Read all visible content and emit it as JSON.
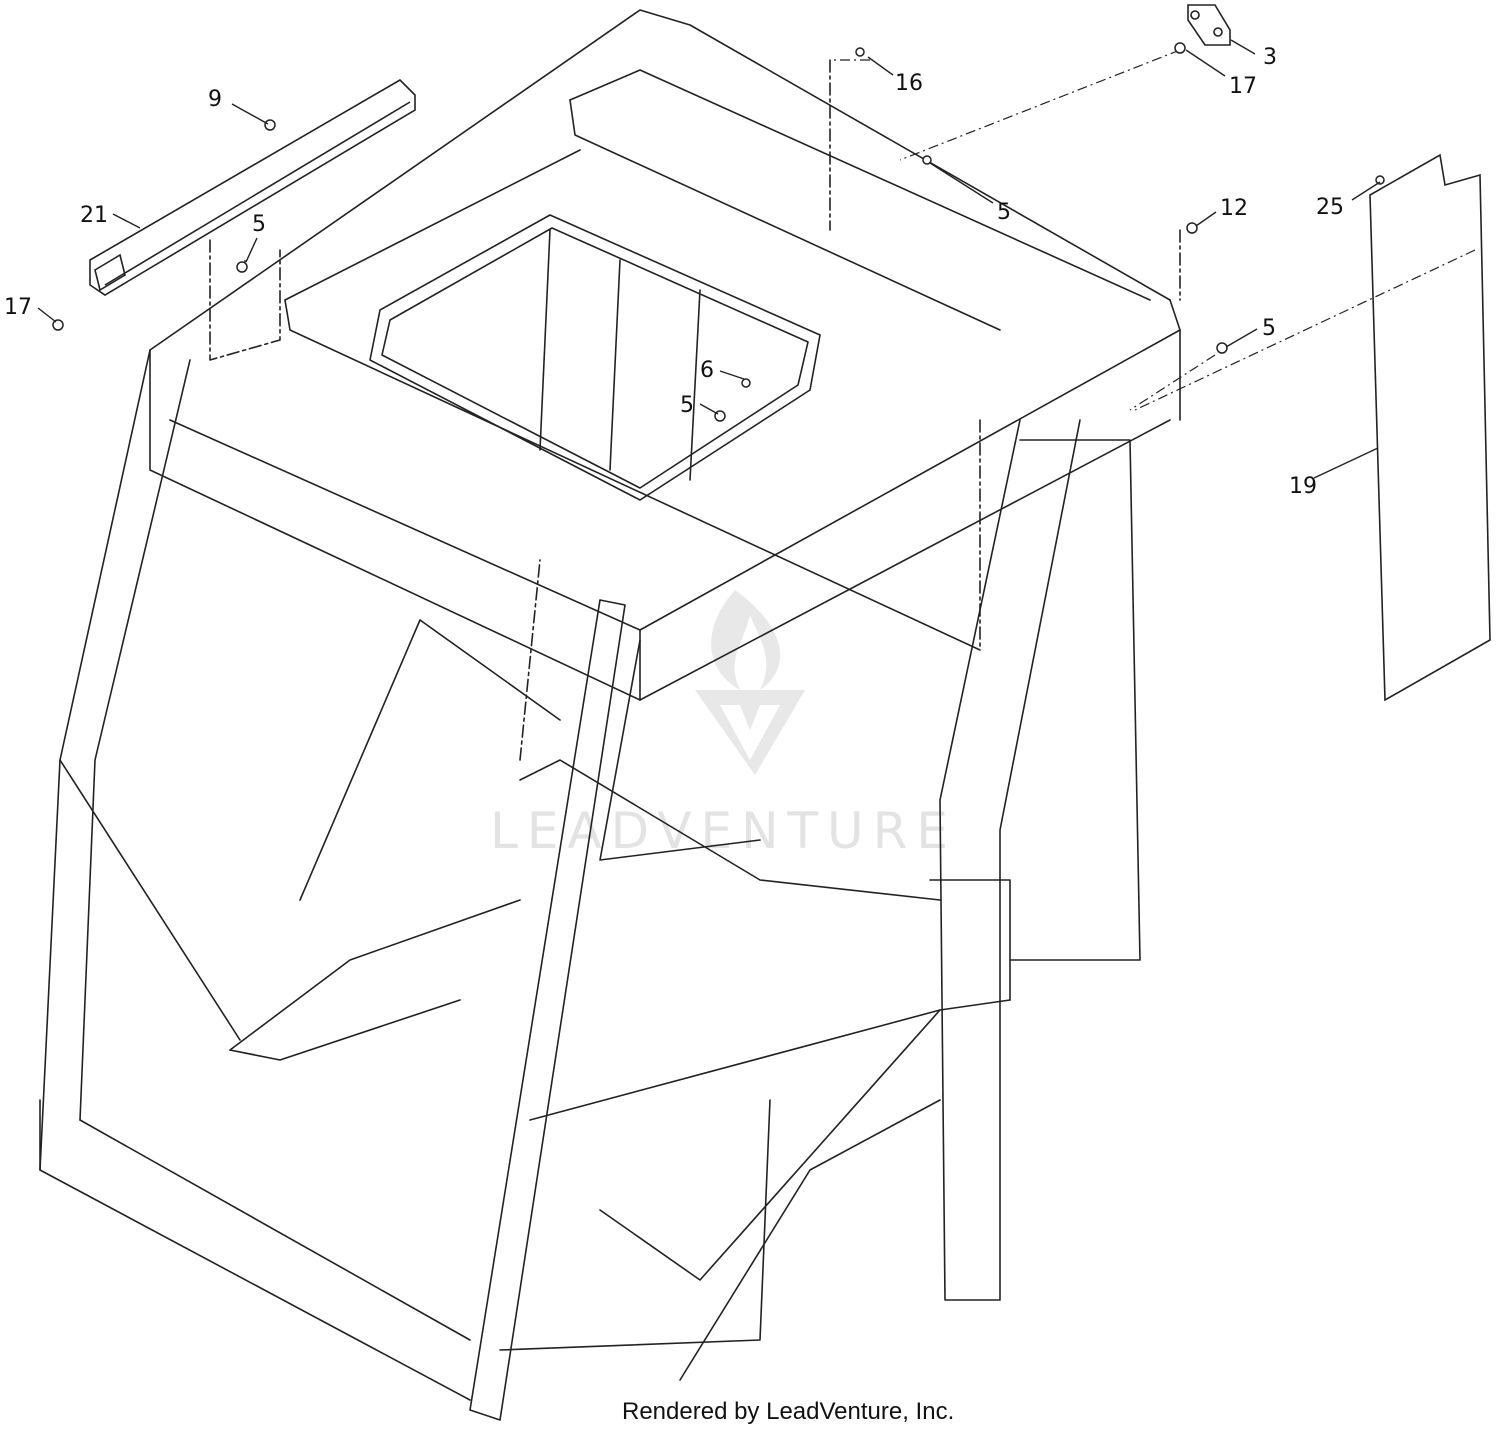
{
  "callouts": [
    {
      "id": "c9",
      "text": "9"
    },
    {
      "id": "c21",
      "text": "21"
    },
    {
      "id": "c5a",
      "text": "5"
    },
    {
      "id": "c17a",
      "text": "17"
    },
    {
      "id": "c16",
      "text": "16"
    },
    {
      "id": "c3",
      "text": "3"
    },
    {
      "id": "c17b",
      "text": "17"
    },
    {
      "id": "c5b",
      "text": "5"
    },
    {
      "id": "c12",
      "text": "12"
    },
    {
      "id": "c25",
      "text": "25"
    },
    {
      "id": "c5c",
      "text": "5"
    },
    {
      "id": "c19",
      "text": "19"
    },
    {
      "id": "c6",
      "text": "6"
    },
    {
      "id": "c5d",
      "text": "5"
    }
  ],
  "watermark": {
    "text": "LEADVENTURE"
  },
  "credit": {
    "text": "Rendered by LeadVenture, Inc."
  },
  "colors": {
    "line": "#222222",
    "watermark": "#e3e3e3"
  }
}
